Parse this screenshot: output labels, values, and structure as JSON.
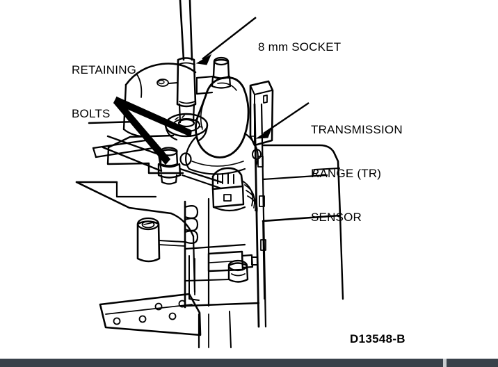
{
  "figure": {
    "id_code": "D13548-B",
    "background_color": "#ffffff",
    "line_color": "#000000",
    "bottom_bar_color": "#39414a",
    "subject": "Automatic transmission range (TR) sensor removal illustration"
  },
  "callouts": [
    {
      "name": "retaining-bolts",
      "line1": "RETAINING",
      "line2": "BOLTS",
      "leader": "two arrows pointing down-right to upper and lower sensor retaining bolts"
    },
    {
      "name": "socket",
      "line1": "8 mm SOCKET",
      "leader": "single arrow pointing down-left to socket on extension bar"
    },
    {
      "name": "transmission-range-sensor",
      "line1": "TRANSMISSION",
      "line2": "RANGE (TR)",
      "line3": "SENSOR",
      "leader": "single arrow pointing down-left to sensor body on transmission case"
    }
  ]
}
